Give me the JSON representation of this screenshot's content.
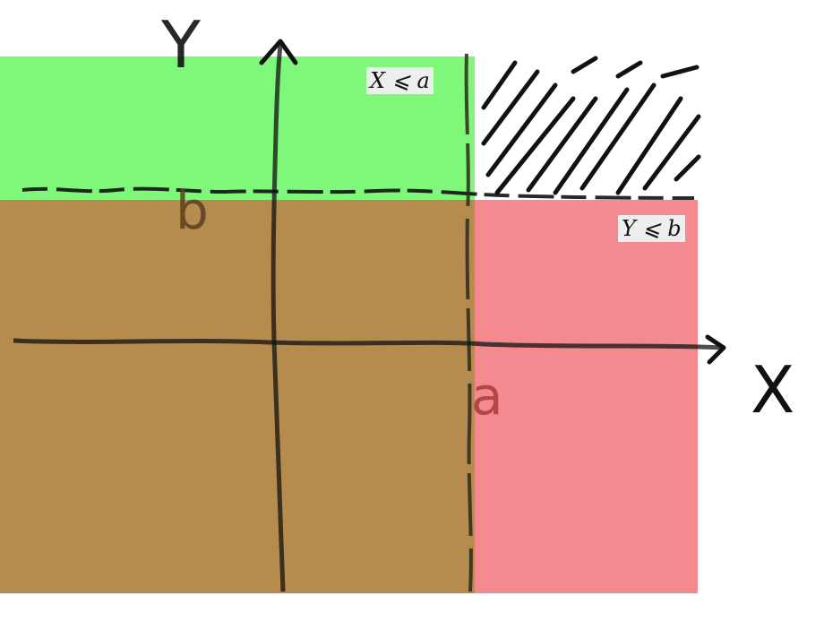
{
  "diagram": {
    "axis_x_label": "X",
    "axis_y_label": "Y",
    "tick_a_label": "a",
    "tick_b_label": "b",
    "region_x_label": "X ⩽ a",
    "region_y_label": "Y ⩽ b",
    "colors": {
      "region_x_le_a": "#7ef77b",
      "region_y_le_b": "#f48a8f",
      "region_overlap": "#b68b4e",
      "ink": "#111111",
      "background": "#ffffff"
    }
  }
}
